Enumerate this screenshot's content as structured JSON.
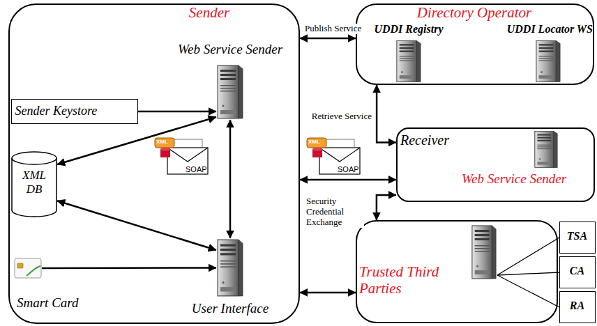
{
  "diagram": {
    "nodes": [
      {
        "text": [
          "Sender"
        ]
      },
      {
        "text": [
          "Web Service Sender"
        ],
        "in": 0
      },
      {
        "text": [
          "Sender Keystore"
        ],
        "in": 0
      },
      {
        "text": [
          "XML DB"
        ],
        "in": 0
      },
      {
        "text": [
          "User Interface"
        ],
        "in": 0
      },
      {
        "text": [
          "Smart Card"
        ],
        "in": 0
      },
      {
        "text": [
          "Directory Operator"
        ]
      },
      {
        "text": [
          "UDDI Registry"
        ],
        "in": 6
      },
      {
        "text": [
          "UDDI Locator WS"
        ],
        "in": 6
      },
      {
        "text": [
          "Receiver",
          "Web Service Sender"
        ]
      },
      {
        "text": [
          "Trusted Third Parties"
        ]
      },
      {
        "text": [
          "TSA"
        ],
        "in": 10
      },
      {
        "text": [
          "CA"
        ],
        "in": 10
      },
      {
        "text": [
          "RA"
        ],
        "in": 10
      }
    ],
    "edges": [
      {
        "from": 2,
        "to": 1,
        "arrow": "to"
      },
      {
        "from": 1,
        "to": 3,
        "arrow": "both"
      },
      {
        "from": 1,
        "to": 4,
        "arrow": "both"
      },
      {
        "from": 3,
        "to": 4,
        "arrow": "both"
      },
      {
        "from": 5,
        "to": 4,
        "arrow": "to"
      },
      {
        "from": 0,
        "to": 6,
        "label": "Publish Service",
        "arrow": "both"
      },
      {
        "from": 9,
        "to": 6,
        "label": "Retrieve Service",
        "arrow": "both"
      },
      {
        "from": 0,
        "to": 9,
        "arrow": "both"
      },
      {
        "from": 9,
        "to": 10,
        "label": "Security Credential Exchange",
        "arrow": "both"
      },
      {
        "from": 0,
        "to": 10,
        "arrow": "both"
      },
      {
        "from": 10,
        "to": 11,
        "arrow": "none"
      },
      {
        "from": 10,
        "to": 12,
        "arrow": "none"
      },
      {
        "from": 10,
        "to": 13,
        "arrow": "none"
      }
    ],
    "labels": [
      "XML",
      "SOAP",
      "XML",
      "SOAP"
    ]
  }
}
